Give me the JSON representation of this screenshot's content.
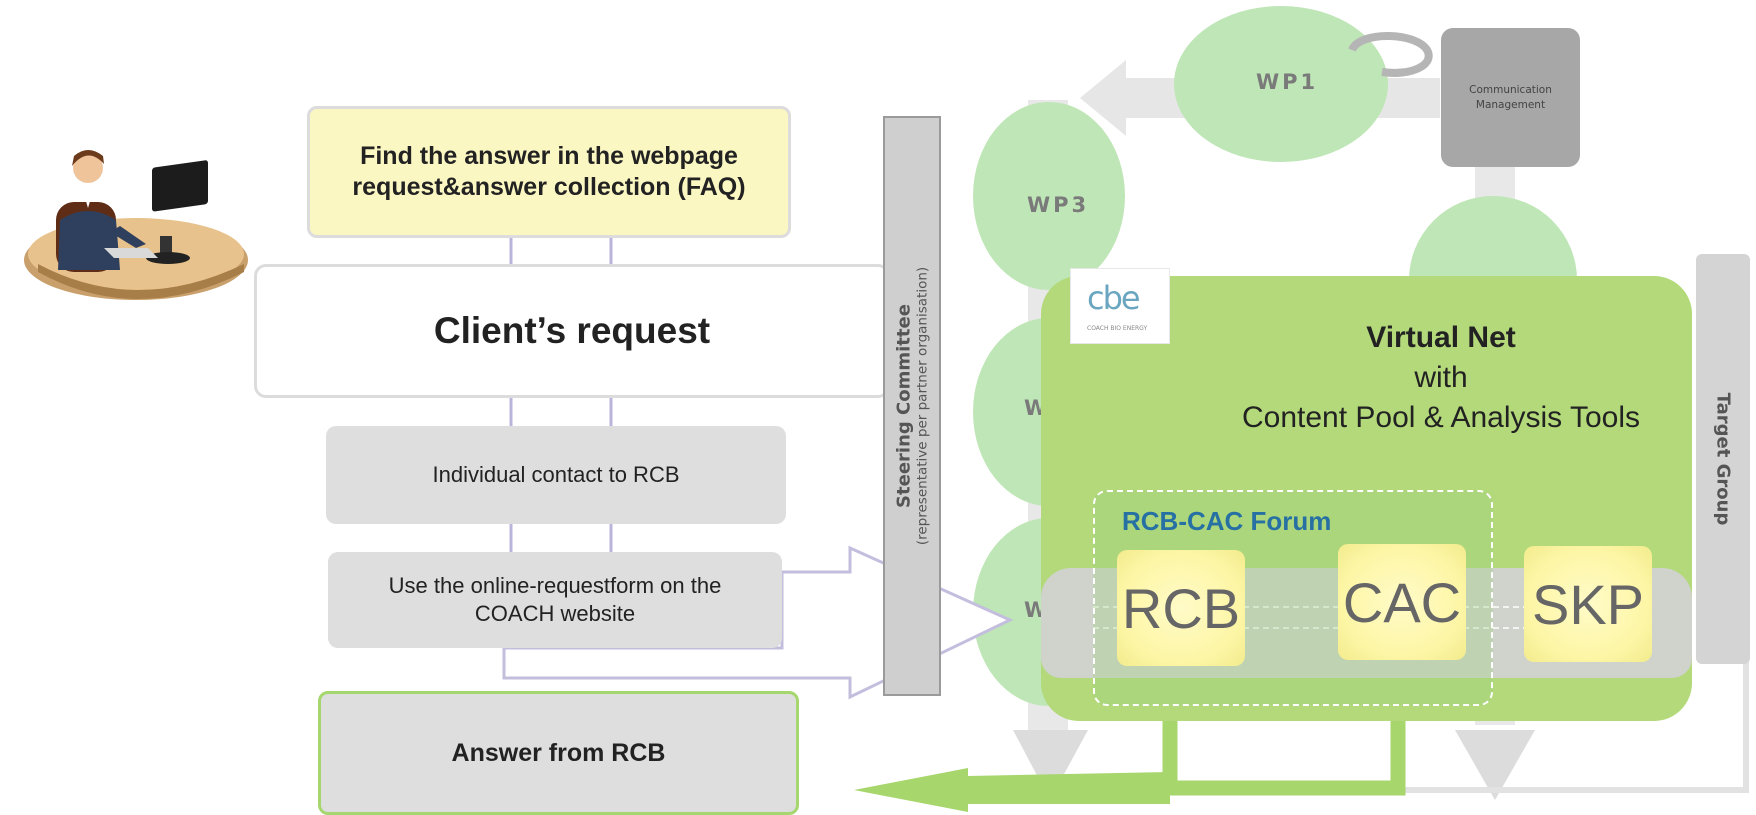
{
  "flow": {
    "faq": "Find the answer in the webpage request&answer collection (FAQ)",
    "client_request": "Client’s request",
    "individual_contact": "Individual contact to RCB",
    "online_form": "Use the online-requestform on the COACH website",
    "answer": "Answer from RCB"
  },
  "steering": {
    "title": "Steering Committee",
    "subtitle": "(representative per partner organisation)"
  },
  "target_group": "Target  Group",
  "communication": {
    "line1": "Communication",
    "line2": "Management"
  },
  "work_packages": {
    "wp1": "WP1",
    "wp3": "WP3",
    "wp_partial_upper": "W",
    "wp_partial_lower": "W"
  },
  "virtual_net": {
    "line1": "Virtual Net",
    "line2": "with",
    "line3": "Content Pool & Analysis Tools"
  },
  "forum": {
    "title": "RCB-CAC Forum",
    "members": [
      "RCB",
      "CAC",
      "SKP"
    ]
  },
  "logo": {
    "mark": "cbe",
    "sub": "COACH BIO ENERGY"
  },
  "colors": {
    "faq_fill": "#fbf7c2",
    "green_panel": "#b3d97a",
    "light_green": "#bfe6b6",
    "arrow_purple": "#c3bedd",
    "forum_title": "#2670a3"
  }
}
